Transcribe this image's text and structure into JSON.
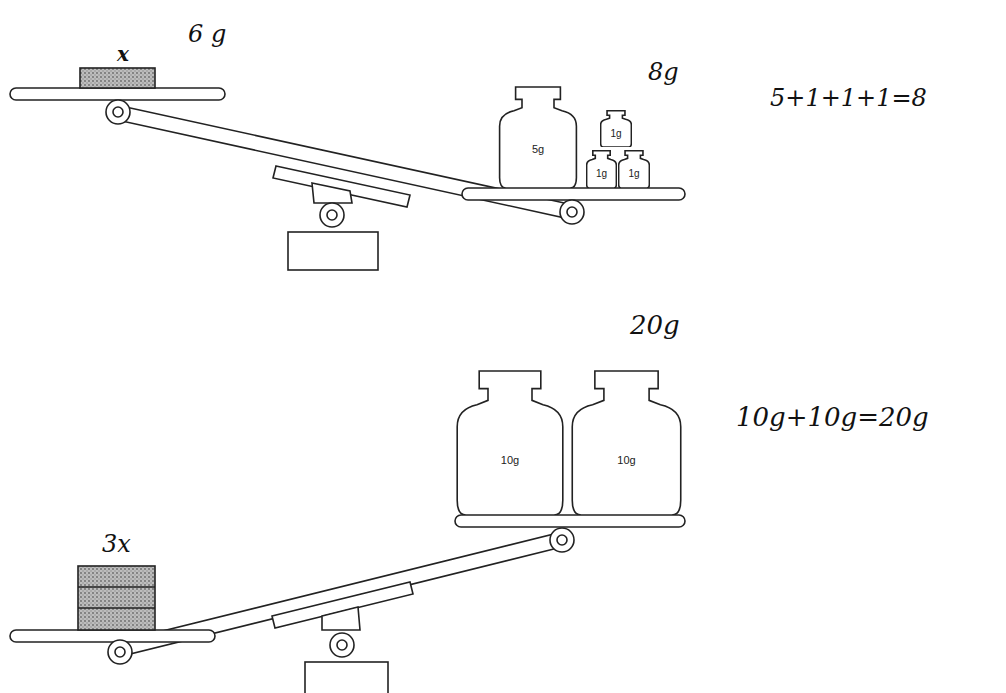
{
  "diagram": {
    "nodes": [
      {
        "text": [
          "5g"
        ]
      },
      {
        "text": [
          "1g"
        ]
      },
      {
        "text": [
          "1g"
        ]
      },
      {
        "text": [
          "1g"
        ]
      },
      {
        "text": [
          "10g"
        ]
      },
      {
        "text": [
          "10g"
        ]
      }
    ],
    "labels": [
      "x",
      "6 g",
      "8g",
      "5+1+1+1=8",
      "3x",
      "20g",
      "10g+10g=20g"
    ]
  }
}
